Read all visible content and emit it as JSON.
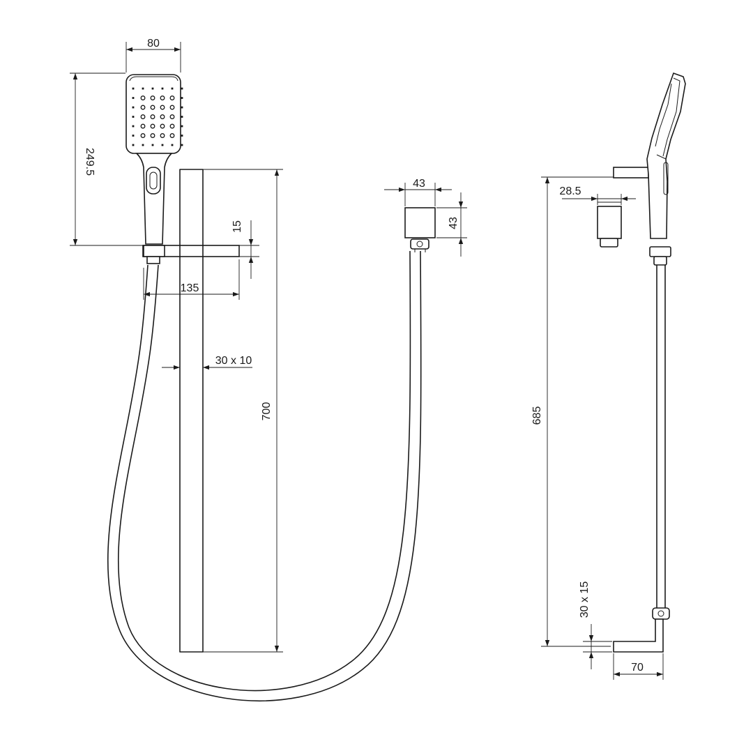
{
  "dimensions": {
    "head_width": "80",
    "head_height": "249.5",
    "slider_thickness": "15",
    "slider_projection": "135",
    "rail_section": "30 x 10",
    "rail_length": "700",
    "outlet_width": "43",
    "outlet_height": "43",
    "outlet_depth": "28.5",
    "side_rail_length": "685",
    "bracket_section": "30 x 15",
    "bracket_projection": "70"
  },
  "colors": {
    "line": "#1a1a1a",
    "background": "#ffffff"
  }
}
